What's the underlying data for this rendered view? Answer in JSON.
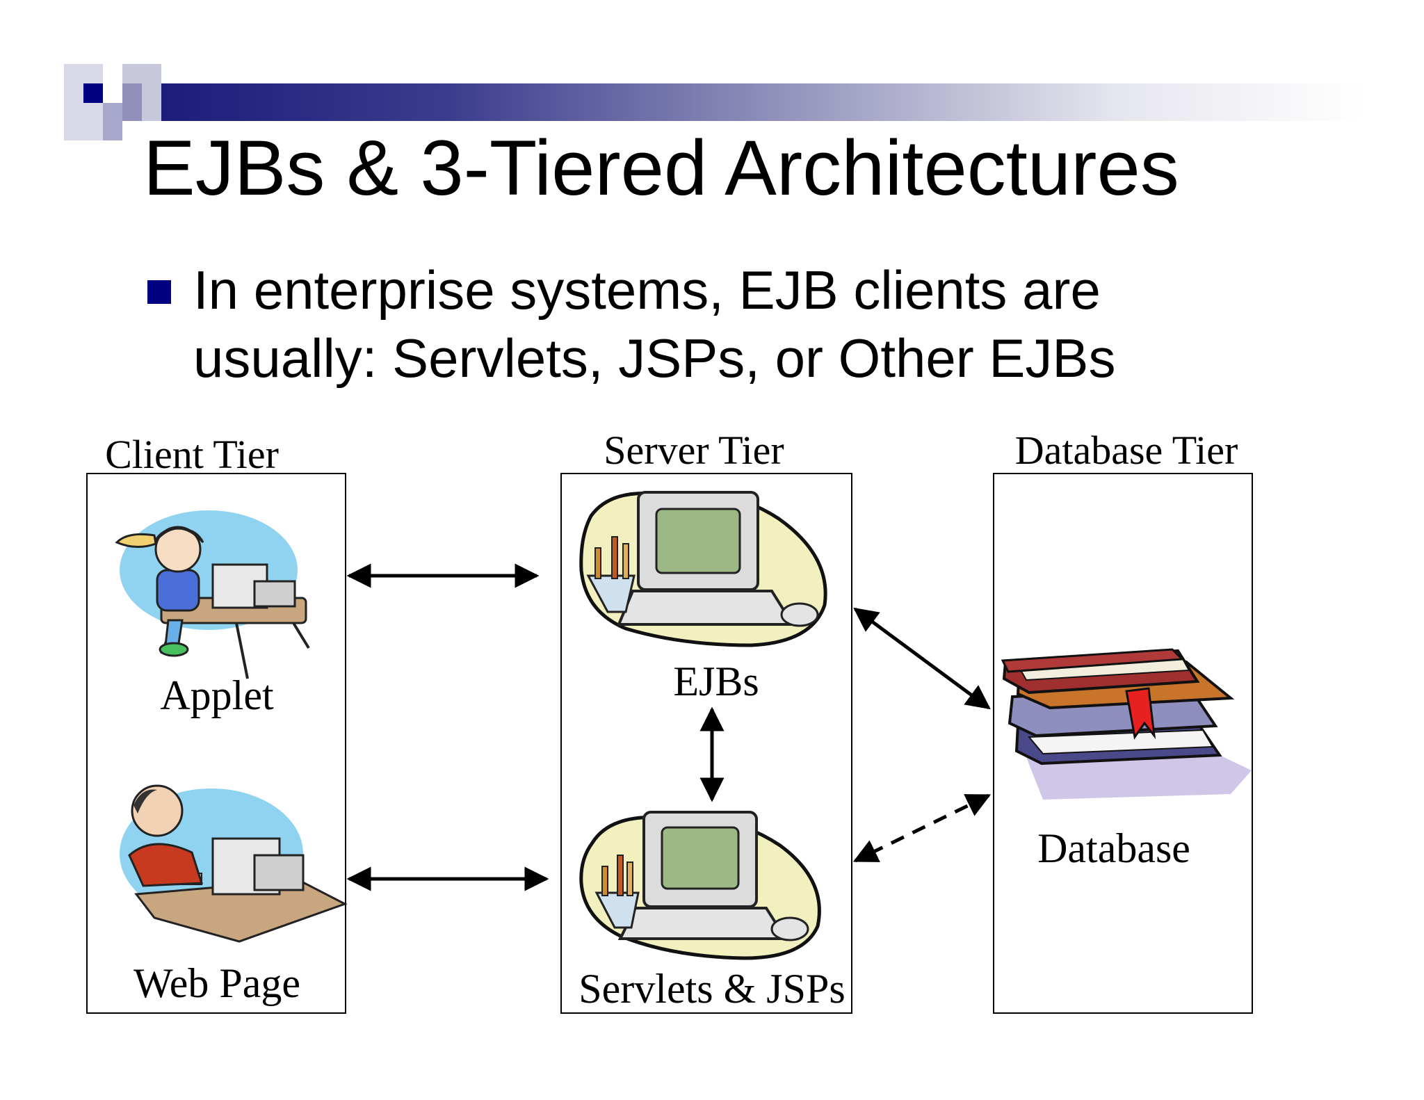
{
  "slide": {
    "title": "EJBs & 3-Tiered Architectures",
    "bullet": "In enterprise systems, EJB clients are usually: Servlets, JSPs, or Other EJBs"
  },
  "diagram": {
    "tiers": [
      {
        "id": "client",
        "label": "Client Tier"
      },
      {
        "id": "server",
        "label": "Server Tier"
      },
      {
        "id": "database",
        "label": "Database Tier"
      }
    ],
    "nodes": {
      "applet": "Applet",
      "web_page": "Web Page",
      "ejbs": "EJBs",
      "servlets_jsps": "Servlets & JSPs",
      "database": "Database"
    },
    "connections": [
      {
        "from": "applet",
        "to": "ejbs",
        "style": "solid",
        "direction": "both"
      },
      {
        "from": "web_page",
        "to": "servlets_jsps",
        "style": "solid",
        "direction": "both"
      },
      {
        "from": "ejbs",
        "to": "servlets_jsps",
        "style": "solid",
        "direction": "both"
      },
      {
        "from": "ejbs",
        "to": "database",
        "style": "solid",
        "direction": "both"
      },
      {
        "from": "database",
        "to": "servlets_jsps",
        "style": "dashed",
        "direction": "both"
      }
    ]
  },
  "colors": {
    "accent": "#000080",
    "title_bar_start": "#1a1a7a"
  }
}
